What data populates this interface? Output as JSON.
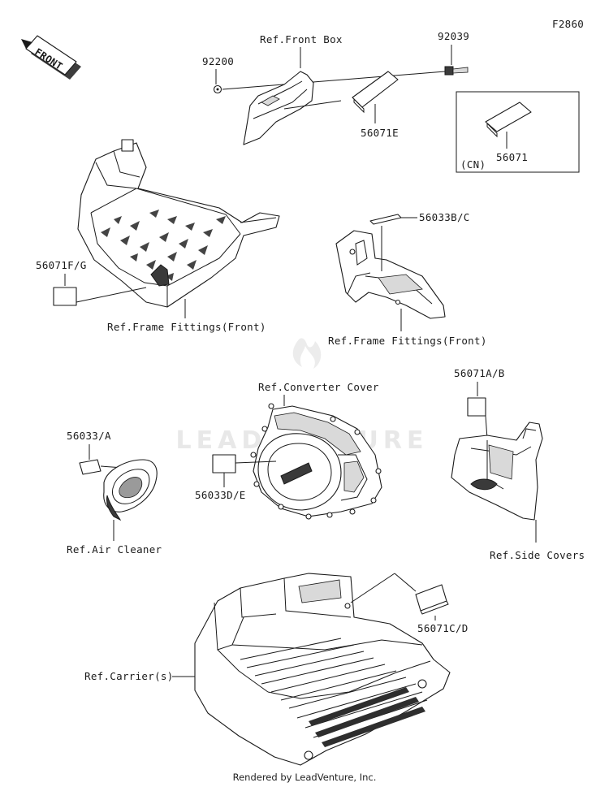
{
  "figure_id": "F2860",
  "front_arrow_label": "FRONT",
  "cn_box_label": "(CN)",
  "watermark": "LEADVENTURE",
  "credit": "Rendered by LeadVenture, Inc.",
  "labels": {
    "ref_front_box": "Ref.Front Box",
    "p92039": "92039",
    "p92200": "92200",
    "p56071e": "56071E",
    "p56071": "56071",
    "p56071fg": "56071F/G",
    "ref_frame_fittings_1": "Ref.Frame Fittings(Front)",
    "p56033bc": "56033B/C",
    "ref_frame_fittings_2": "Ref.Frame Fittings(Front)",
    "ref_converter_cover": "Ref.Converter Cover",
    "p56071ab": "56071A/B",
    "p56033a": "56033/A",
    "p56033de": "56033D/E",
    "ref_air_cleaner": "Ref.Air Cleaner",
    "ref_side_covers": "Ref.Side Covers",
    "p56071cd": "56071C/D",
    "ref_carriers": "Ref.Carrier(s)"
  }
}
